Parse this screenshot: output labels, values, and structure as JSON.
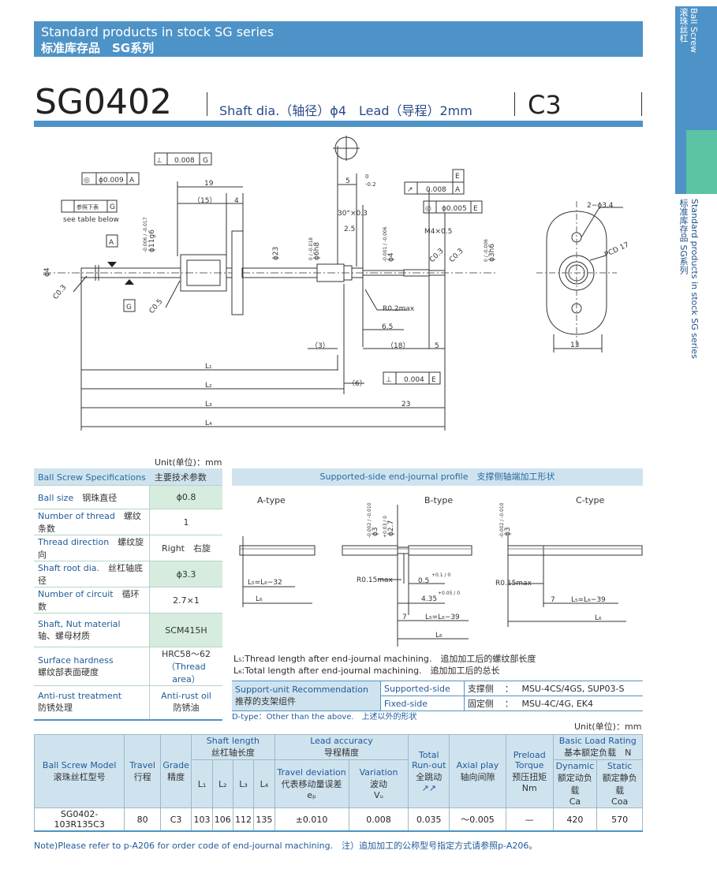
{
  "header": {
    "en": "Standard products in stock SG series",
    "cn": "标准库存品　SG系列"
  },
  "side_tab": {
    "top_en": "Ball Screw",
    "top_cn": "滚珠丝杠",
    "bottom_text": "Standard products in stock  SG series",
    "bottom_cn": "标准库存品  SG系列"
  },
  "title": {
    "model": "SG0402",
    "shaft": "Shaft dia.（轴径）ϕ4　Lead（导程）2mm",
    "grade": "C3"
  },
  "drawing": {
    "labels": {
      "g_box": "0.008",
      "g_ref": "G",
      "a_box": "ϕ0.009",
      "a_ref": "A",
      "ref_note": "参照下表",
      "see_table": "see table below",
      "dim19": "19",
      "dim15": "（15）",
      "dim4": "4",
      "dim5": "5",
      "tol_top": "0",
      "tol_bot": "-0.2",
      "e_label": "E",
      "runout": "0.008",
      "runout_ref": "A",
      "conc": "ϕ0.005",
      "conc_ref": "E",
      "chamfer30": "30°×0.3",
      "dim25": "2.5",
      "m4": "M4×0.5",
      "c03a": "C0.3",
      "c03b": "C0.3",
      "c03c": "C0.3",
      "c05": "C0.5",
      "phi4": "ϕ4",
      "phi23": "ϕ23",
      "phi11": "ϕ11g6",
      "phi11_tol": "-0.006 / -0.017",
      "phi6": "ϕ6h8",
      "phi6_tol": "0 / -0.018",
      "phi4b": "ϕ4",
      "phi4b_tol": "-0.001 / -0.006",
      "phi3": "ϕ3h6",
      "phi3_tol": "0 / -0.006",
      "r02": "R0.2max",
      "dim65": "6.5",
      "dim18": "（18）",
      "dim5b": "5",
      "dim3": "（3）",
      "dim6": "（6）",
      "perp": "0.004",
      "perp_ref": "E",
      "L1": "L₁",
      "L2": "L₂",
      "L3": "L₃",
      "L4": "L₄",
      "dim23": "23",
      "A": "A",
      "G": "G",
      "holes": "2−ϕ3.4",
      "pcd": "PCD 17",
      "dim13": "13"
    }
  },
  "unit_label": "Unit(单位)：mm",
  "specs": {
    "header_en": "Ball Screw Specifications",
    "header_cn": "主要技术参数",
    "rows": [
      {
        "label_en": "Ball size",
        "label_cn": "钢珠直径",
        "value": "ϕ0.8",
        "value2": ""
      },
      {
        "label_en": "Number of thread",
        "label_cn": "螺纹条数",
        "value": "1",
        "value2": ""
      },
      {
        "label_en": "Thread direction",
        "label_cn": "螺纹旋向",
        "value": "Right　右旋",
        "value2": ""
      },
      {
        "label_en": "Shaft root dia.",
        "label_cn": "丝杠轴底径",
        "value": "ϕ3.3",
        "value2": ""
      },
      {
        "label_en": "Number of circuit",
        "label_cn": "循环数",
        "value": "2.7×1",
        "value2": ""
      },
      {
        "label_en": "Shaft, Nut material",
        "label_cn": "轴、螺母材质",
        "value": "SCM415H",
        "value2": ""
      },
      {
        "label_en": "Surface hardness",
        "label_cn": "螺纹部表面硬度",
        "value": "HRC58～62",
        "value2": "（Thread area）"
      },
      {
        "label_en": "Anti-rust treatment",
        "label_cn": "防锈处理",
        "value": "Anti-rust oil",
        "value2": "防锈油"
      }
    ]
  },
  "profile": {
    "header": "Supported-side end-journal profile　支撑侧轴端加工形状",
    "types": [
      "A-type",
      "B-type",
      "C-type"
    ],
    "a": {
      "l5": "L₅=L₆−32",
      "l6": "L₆"
    },
    "b": {
      "phi2": "ϕ2.7",
      "phi2_tol": "+0.03 / 0",
      "phi3": "ϕ3",
      "phi3_tol": "-0.002 / -0.010",
      "r015": "R0.15max",
      "d05": "0.5",
      "d05_tol": "+0.1 / 0",
      "d435": "4.35",
      "d435_tol": "+0.05 / 0",
      "d7": "7",
      "l5": "L₅=L₆−39",
      "l6": "L₆"
    },
    "c": {
      "phi3": "ϕ3",
      "phi3_tol": "-0.002 / -0.010",
      "r015": "R0.15max",
      "d7": "7",
      "l5": "L₅=L₆−39",
      "l6": "L₆"
    },
    "note1": "L₅:Thread length after end-journal machining.　追加加工后的螺纹部长度",
    "note2": "L₆:Total length after end-journal machining.　追加加工后的总长"
  },
  "support": {
    "h_en": "Support-unit Recommendation",
    "h_cn": "推荐的支架组件",
    "rows": [
      {
        "side_en": "Supported-side",
        "side_cn": "支撑侧",
        "colon": "：",
        "value": "MSU-4CS/4GS, SUP03-S"
      },
      {
        "side_en": "Fixed-side",
        "side_cn": "固定侧",
        "colon": "：",
        "value": "MSU-4C/4G, EK4"
      }
    ],
    "dtype": "D-type：Other than the above.　上述以外的形状"
  },
  "main_table": {
    "headers": {
      "model_en": "Ball Screw Model",
      "model_cn": "滚珠丝杠型号",
      "travel_en": "Travel",
      "travel_cn": "行程",
      "grade_en": "Grade",
      "grade_cn": "精度",
      "shaft_en": "Shaft length",
      "shaft_cn": "丝杠轴长度",
      "l1": "L₁",
      "l2": "L₂",
      "l3": "L₃",
      "l4": "L₄",
      "lead_en": "Lead accuracy",
      "lead_cn": "导程精度",
      "travel_dev_en": "Travel deviation",
      "travel_dev_cn": "代表移动量误差",
      "ep": "eₚ",
      "var_en": "Variation",
      "var_cn": "波动",
      "vu": "Vᵤ",
      "runout_en": "Total Run-out",
      "runout_cn": "全跳动",
      "play_en": "Axial play",
      "play_cn": "轴向间隙",
      "preload_en": "Preload Torque",
      "preload_cn": "预压扭矩",
      "nm": "Nm",
      "load_en": "Basic Load Rating",
      "load_cn": "基本额定负载　N",
      "dyn_en": "Dynamic",
      "dyn_cn": "额定动负载",
      "ca": "Ca",
      "stat_en": "Static",
      "stat_cn": "额定静负载",
      "coa": "Coa"
    },
    "rows": [
      {
        "model": "SG0402-103R135C3",
        "travel": "80",
        "grade": "C3",
        "l1": "103",
        "l2": "106",
        "l3": "112",
        "l4": "135",
        "ep": "±0.010",
        "vu": "0.008",
        "runout": "0.035",
        "play": "～0.005",
        "preload": "—",
        "ca": "420",
        "coa": "570"
      }
    ]
  },
  "note": "Note)Please refer to p-A206 for order code of end-journal machining.　注）追加加工的公称型号指定方式请参照p-A206。",
  "colors": {
    "accent": "#4e93c7",
    "tab_green": "#5cc3a5",
    "header_fill": "#cfe3ef",
    "value_fill": "#d6ecdf"
  }
}
